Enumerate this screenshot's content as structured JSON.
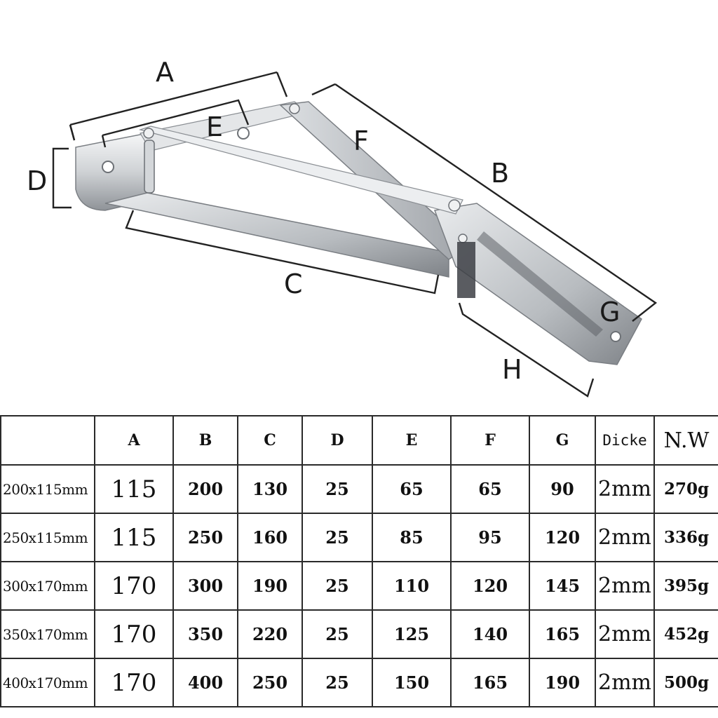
{
  "figure": {
    "dimension_labels": {
      "a": "A",
      "b": "B",
      "c": "C",
      "d": "D",
      "e": "E",
      "f": "F",
      "g": "G",
      "h": "H"
    },
    "colors": {
      "steel_light": "#eef0f2",
      "steel_mid": "#c9ccd0",
      "steel_dark": "#8e9297",
      "line": "#222222"
    }
  },
  "table": {
    "headers": [
      "",
      "A",
      "B",
      "C",
      "D",
      "E",
      "F",
      "G",
      "Dicke",
      "N.W"
    ],
    "rows": [
      {
        "model": "200x115mm",
        "a": "115",
        "b": "200",
        "c": "130",
        "d": "25",
        "e": "65",
        "f": "65",
        "g": "90",
        "dicke": "2mm",
        "nw": "270g"
      },
      {
        "model": "250x115mm",
        "a": "115",
        "b": "250",
        "c": "160",
        "d": "25",
        "e": "85",
        "f": "95",
        "g": "120",
        "dicke": "2mm",
        "nw": "336g"
      },
      {
        "model": "300x170mm",
        "a": "170",
        "b": "300",
        "c": "190",
        "d": "25",
        "e": "110",
        "f": "120",
        "g": "145",
        "dicke": "2mm",
        "nw": "395g"
      },
      {
        "model": "350x170mm",
        "a": "170",
        "b": "350",
        "c": "220",
        "d": "25",
        "e": "125",
        "f": "140",
        "g": "165",
        "dicke": "2mm",
        "nw": "452g"
      },
      {
        "model": "400x170mm",
        "a": "170",
        "b": "400",
        "c": "250",
        "d": "25",
        "e": "150",
        "f": "165",
        "g": "190",
        "dicke": "2mm",
        "nw": "500g"
      }
    ]
  }
}
